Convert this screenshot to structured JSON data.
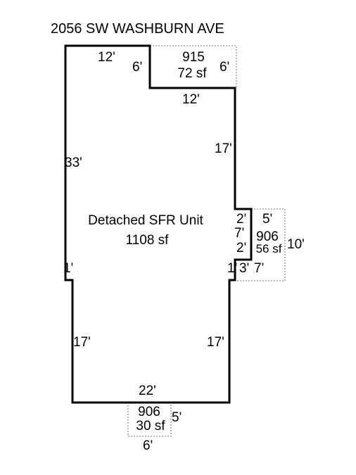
{
  "address": "2056 SW WASHBURN AVE",
  "main_unit": {
    "name": "Detached SFR Unit",
    "area": "1108 sf"
  },
  "addition_top": {
    "code": "915",
    "area": "72 sf"
  },
  "addition_right": {
    "code": "906",
    "area": "56 sf"
  },
  "addition_bottom": {
    "code": "906",
    "area": "30 sf"
  },
  "dimensions": {
    "top_left": "12'",
    "notch_left": "6'",
    "notch_right": "6'",
    "notch_bottom": "12'",
    "right_upper": "17'",
    "left_upper": "33'",
    "right_jog_top": "2'",
    "right_jog_mid": "7'",
    "right_jog_bottom": "2'",
    "addition_right_top": "5'",
    "addition_right_side": "10'",
    "left_step": "1'",
    "right_step": "1'",
    "right_step_width": "3'",
    "addition_right_bottom": "7'",
    "left_lower": "17'",
    "right_lower": "17'",
    "bottom": "22'",
    "addition_bottom_side": "5'",
    "addition_bottom_width": "6'"
  }
}
